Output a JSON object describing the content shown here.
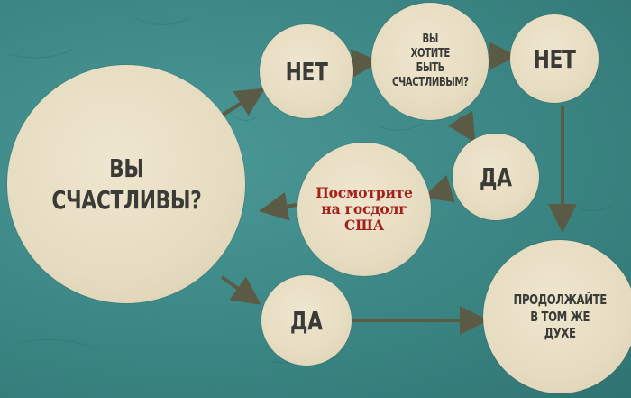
{
  "nodes": {
    "are_you_happy": "ВЫ\nСЧАСТЛИВЫ?",
    "no_1": "НЕТ",
    "want_happy": "ВЫ\nХОТИТЕ\nБЫТЬ\nСЧАСТЛИВЫМ?",
    "no_2": "НЕТ",
    "yes_1": "ДА",
    "debt": "Посмотрите\nна госдолг\nСША",
    "yes_2": "ДА",
    "keep_going": "ПРОДОЛЖАЙТЕ\nВ ТОМ ЖЕ\nДУХЕ"
  },
  "colors": {
    "background": "#3f8a8a",
    "circle": "#e7ddc2",
    "text": "#3a3a36",
    "accent_red": "#a3201b",
    "arrow": "#5b5a44"
  }
}
